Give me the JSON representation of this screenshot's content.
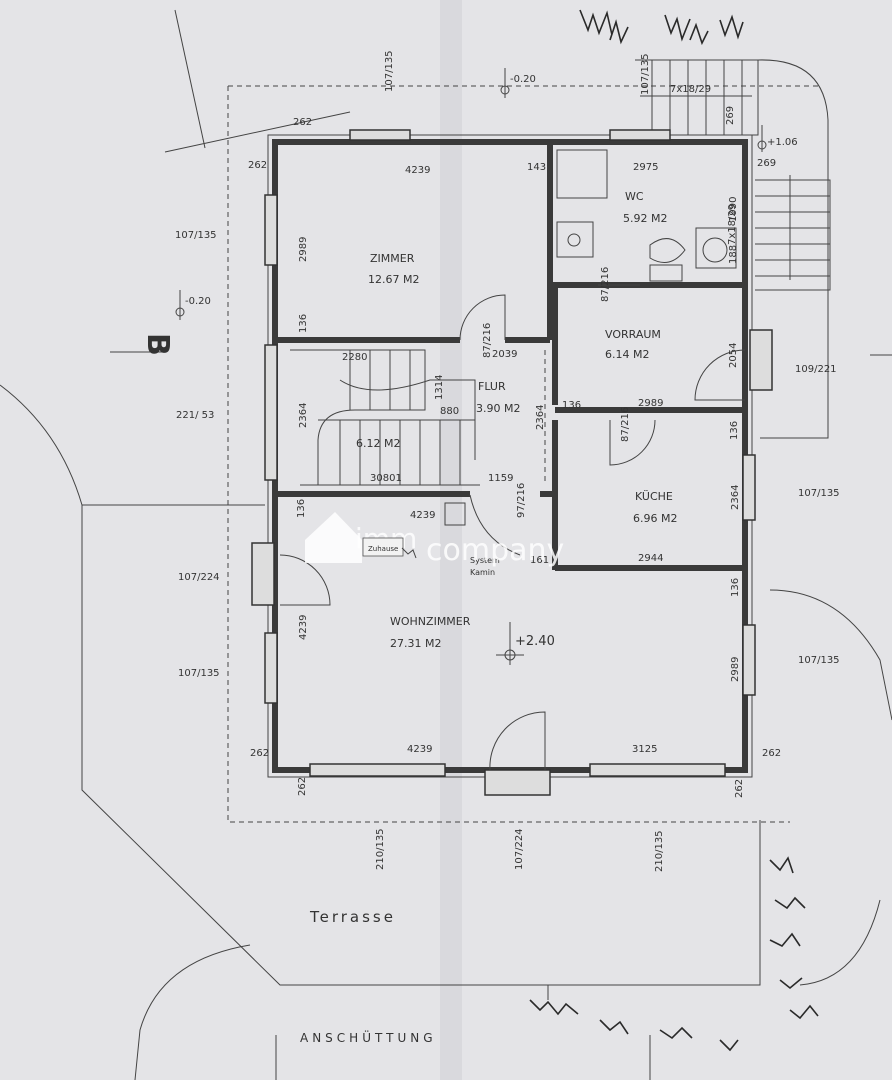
{
  "rooms": {
    "zimmer": {
      "name": "ZIMMER",
      "area": "12.67 M2"
    },
    "wc": {
      "name": "WC",
      "area": "5.92 M2"
    },
    "vorraum": {
      "name": "VORRAUM",
      "area": "6.14 M2"
    },
    "flur": {
      "name": "FLUR",
      "area": "3.90 M2"
    },
    "stair": {
      "area": "6.12 M2"
    },
    "kueche": {
      "name": "KÜCHE",
      "area": "6.96 M2"
    },
    "wohnzimmer": {
      "name": "WOHNZIMMER",
      "area": "27.31 M2"
    }
  },
  "levels": {
    "top": "-0.20",
    "left": "-0.20",
    "right": "+1.06",
    "main": "+2.40"
  },
  "section_marker": "B",
  "outside": {
    "terrace": "Terrasse",
    "fill": "ANSCHÜTTUNG"
  },
  "chimney": {
    "line1": "System",
    "line2": "Kamin"
  },
  "watermark": {
    "brand_a": "imm",
    "brand_b": "company",
    "stamp": "Zuhause"
  },
  "stairs": {
    "top": "7x18/29",
    "side": "7x18/29"
  },
  "dims": {
    "d107_135_top": "107/135",
    "d107_135_left": "107/135",
    "d107_135_vert": "107/135",
    "d107_224_left": "107/224",
    "d107_135_left2": "107/135",
    "d107_135_right": "107/135",
    "d107_135_right2": "107/135",
    "d109_221": "109/221",
    "d221_53": "221/ 53",
    "d210_135_a": "210/135",
    "d107_224_b": "107/224",
    "d210_135_b": "210/135",
    "w262_tl": "262",
    "w262_l": "262",
    "w262_bl": "262",
    "w262_bl2": "262",
    "w262_br": "262",
    "w262_br2": "262",
    "w269_a": "269",
    "w269_b": "269",
    "d4239_top": "4239",
    "d143": "143",
    "d2975": "2975",
    "d1990": "1990",
    "d188": "188",
    "d2989_zim": "2989",
    "d136_zim": "136",
    "d87_216_a": "87/216",
    "d87_216_b": "87/216",
    "d87_216_c": "87/216",
    "d2039": "2039",
    "d2054": "2054",
    "d2280": "2280",
    "d1314": "1314",
    "d880": "880",
    "d2364_st": "2364",
    "d2364_fl": "2364",
    "d136_fl": "136",
    "d2989_v": "2989",
    "d136_k": "136",
    "d30801": "30801",
    "d1159": "1159",
    "d97_216": "97/216",
    "d2364_k": "2364",
    "d136_wz": "136",
    "d4239_wz": "4239",
    "d161": "161",
    "d2944": "2944",
    "d136_k2": "136",
    "d2239_wz": "4239",
    "d2989_wz": "2989",
    "d4239_bot": "4239",
    "d3125": "3125"
  }
}
